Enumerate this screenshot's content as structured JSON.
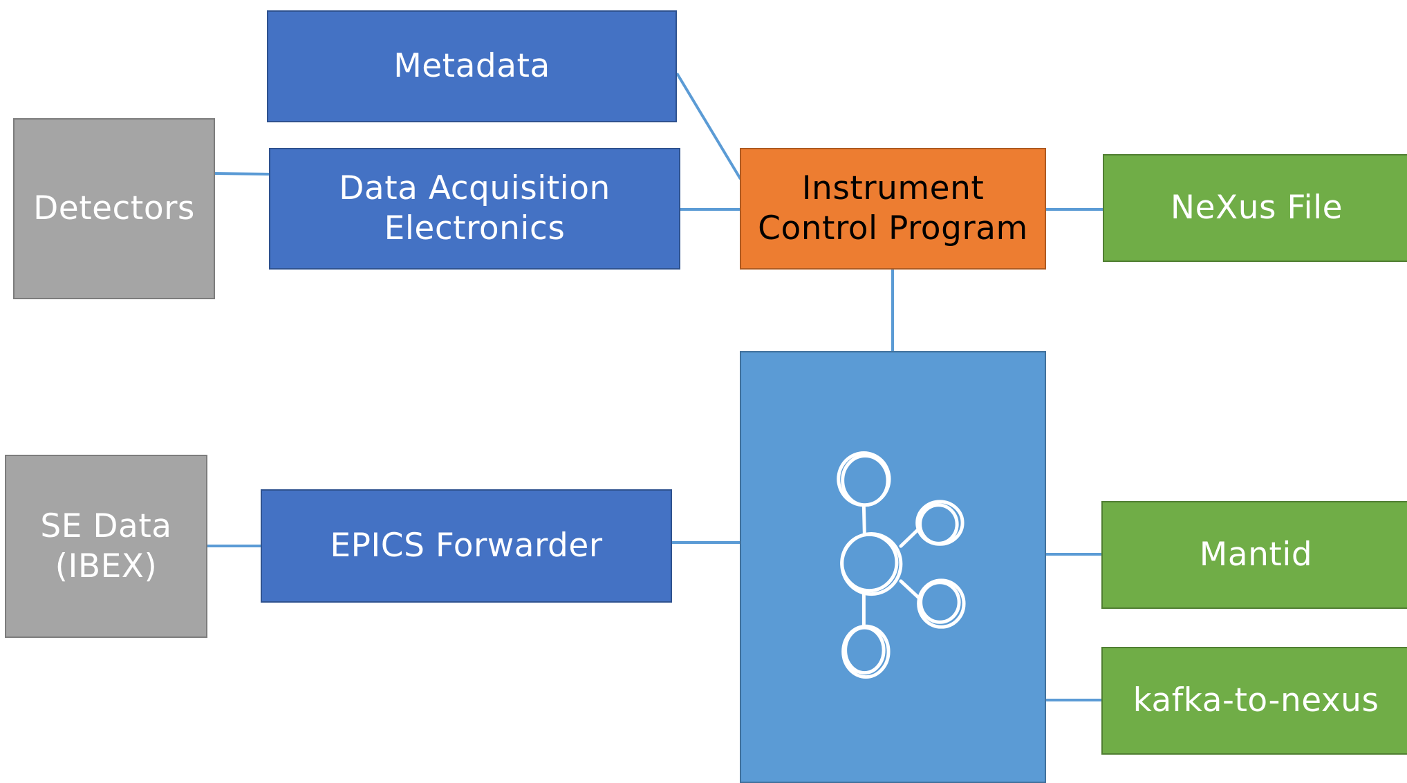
{
  "nodes": {
    "metadata": "Metadata",
    "daq_electronics": "Data Acquisition\nElectronics",
    "detectors": "Detectors",
    "instrument_control": "Instrument\nControl Program",
    "nexus_file": "NeXus File",
    "se_data": "SE Data\n(IBEX)",
    "epics_forwarder": "EPICS Forwarder",
    "mantid": "Mantid",
    "kafka_to_nexus": "kafka-to-nexus"
  },
  "icons": {
    "broker": "kafka-logo-icon"
  },
  "colors": {
    "connector": "#5b9bd5",
    "source_grey": "#a5a5a5",
    "process_blue": "#4472c4",
    "control_orange": "#ed7d31",
    "output_green": "#70ad47",
    "broker_blue": "#5b9bd5"
  }
}
